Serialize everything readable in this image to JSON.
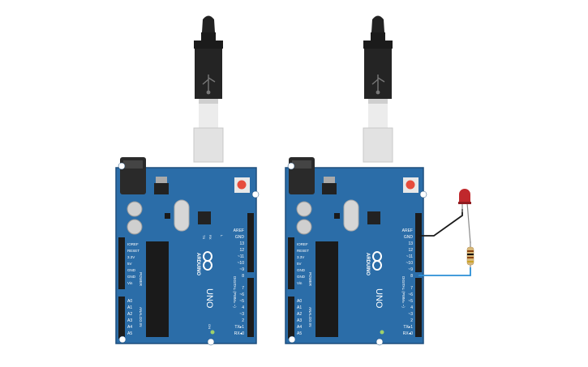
{
  "colors": {
    "board": "#2b6da8",
    "board_edge": "#1f4f7d",
    "header": "#1c1c1c",
    "usb_cable": "#222222",
    "usb_plug": "#dcdcdc",
    "chip": "#1a1a1a",
    "reset": "#e64c3c",
    "wire_gnd": "#1a1a1a",
    "wire_signal": "#2a8fd6",
    "led": "#c0282c"
  },
  "board": {
    "brand": "ARDUINO",
    "model": "UNO",
    "top_pins": [
      "AREF",
      "GND",
      "13",
      "12",
      "~11",
      "~10",
      "~9",
      "8"
    ],
    "bottom_pins": [
      "7",
      "~6",
      "~5",
      "4",
      "~3",
      "2",
      "TX▸1",
      "RX◂0"
    ],
    "digital_label": "DIGITAL (PWM= ~)",
    "power_pins": [
      "IOREF",
      "RESET",
      "3.3V",
      "5V",
      "GND",
      "GND",
      "Vin"
    ],
    "power_label": "POWER",
    "analog_pins": [
      "A0",
      "A1",
      "A2",
      "A3",
      "A4",
      "A5"
    ],
    "analog_label": "ANALOG IN",
    "led_labels": [
      "TX",
      "RX",
      "L"
    ],
    "on_label": "ON"
  },
  "components": {
    "led_icon": "led-icon",
    "resistor_icon": "resistor-icon"
  }
}
